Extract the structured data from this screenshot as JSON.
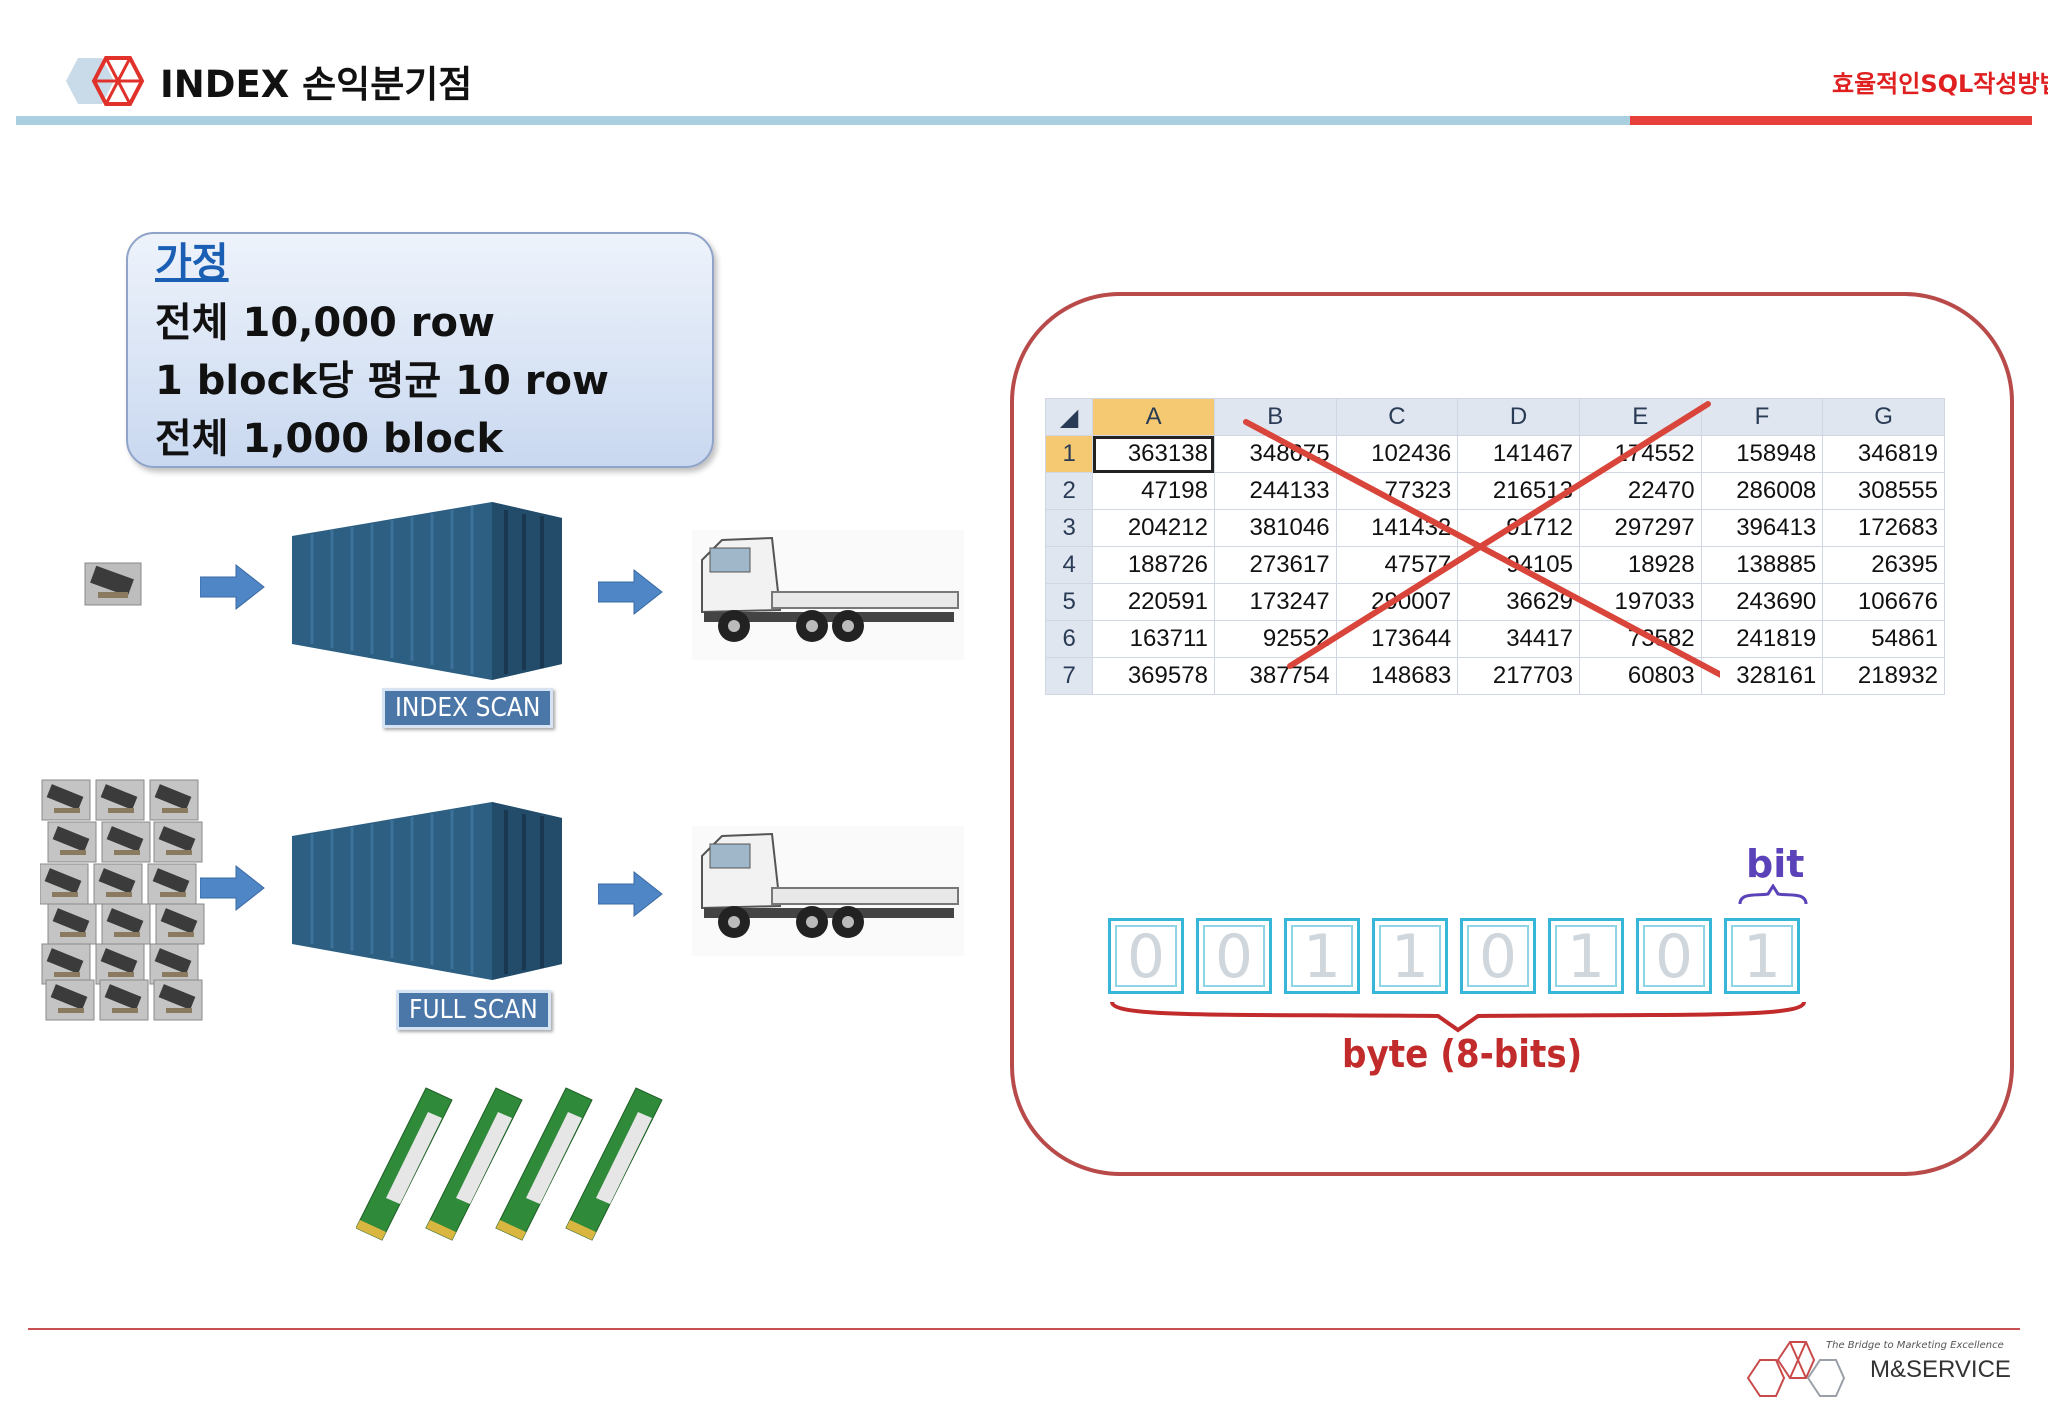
{
  "header": {
    "title": "INDEX 손익분기점",
    "subtitle_right": "효율적인SQL작성방법"
  },
  "assumption": {
    "title": "가정",
    "lines": [
      "전체 10,000 row",
      "1 block당 평균 10 row",
      "전체 1,000 block"
    ]
  },
  "scans": {
    "index_label": "INDEX SCAN",
    "full_label": "FULL SCAN"
  },
  "spreadsheet": {
    "columns": [
      "A",
      "B",
      "C",
      "D",
      "E",
      "F",
      "G"
    ],
    "rows": [
      {
        "n": "1",
        "cells": [
          "363138",
          "348675",
          "102436",
          "141467",
          "174552",
          "158948",
          "346819"
        ]
      },
      {
        "n": "2",
        "cells": [
          "47198",
          "244133",
          "77323",
          "216513",
          "22470",
          "286008",
          "308555"
        ]
      },
      {
        "n": "3",
        "cells": [
          "204212",
          "381046",
          "141432",
          "91712",
          "297297",
          "396413",
          "172683"
        ]
      },
      {
        "n": "4",
        "cells": [
          "188726",
          "273617",
          "47577",
          "94105",
          "18928",
          "138885",
          "26395"
        ]
      },
      {
        "n": "5",
        "cells": [
          "220591",
          "173247",
          "290007",
          "36629",
          "197033",
          "243690",
          "106676"
        ]
      },
      {
        "n": "6",
        "cells": [
          "163711",
          "92552",
          "173644",
          "34417",
          "73582",
          "241819",
          "54861"
        ]
      },
      {
        "n": "7",
        "cells": [
          "369578",
          "387754",
          "148683",
          "217703",
          "60803",
          "328161",
          "218932"
        ]
      }
    ],
    "cross_color": "#d9453a"
  },
  "bits": {
    "values": [
      "0",
      "0",
      "1",
      "1",
      "0",
      "1",
      "0",
      "1"
    ],
    "bit_label": "bit",
    "byte_label": "byte (8-bits)"
  },
  "footer": {
    "tagline": "The Bridge to Marketing Excellence",
    "brand": "M&SERVICE"
  }
}
